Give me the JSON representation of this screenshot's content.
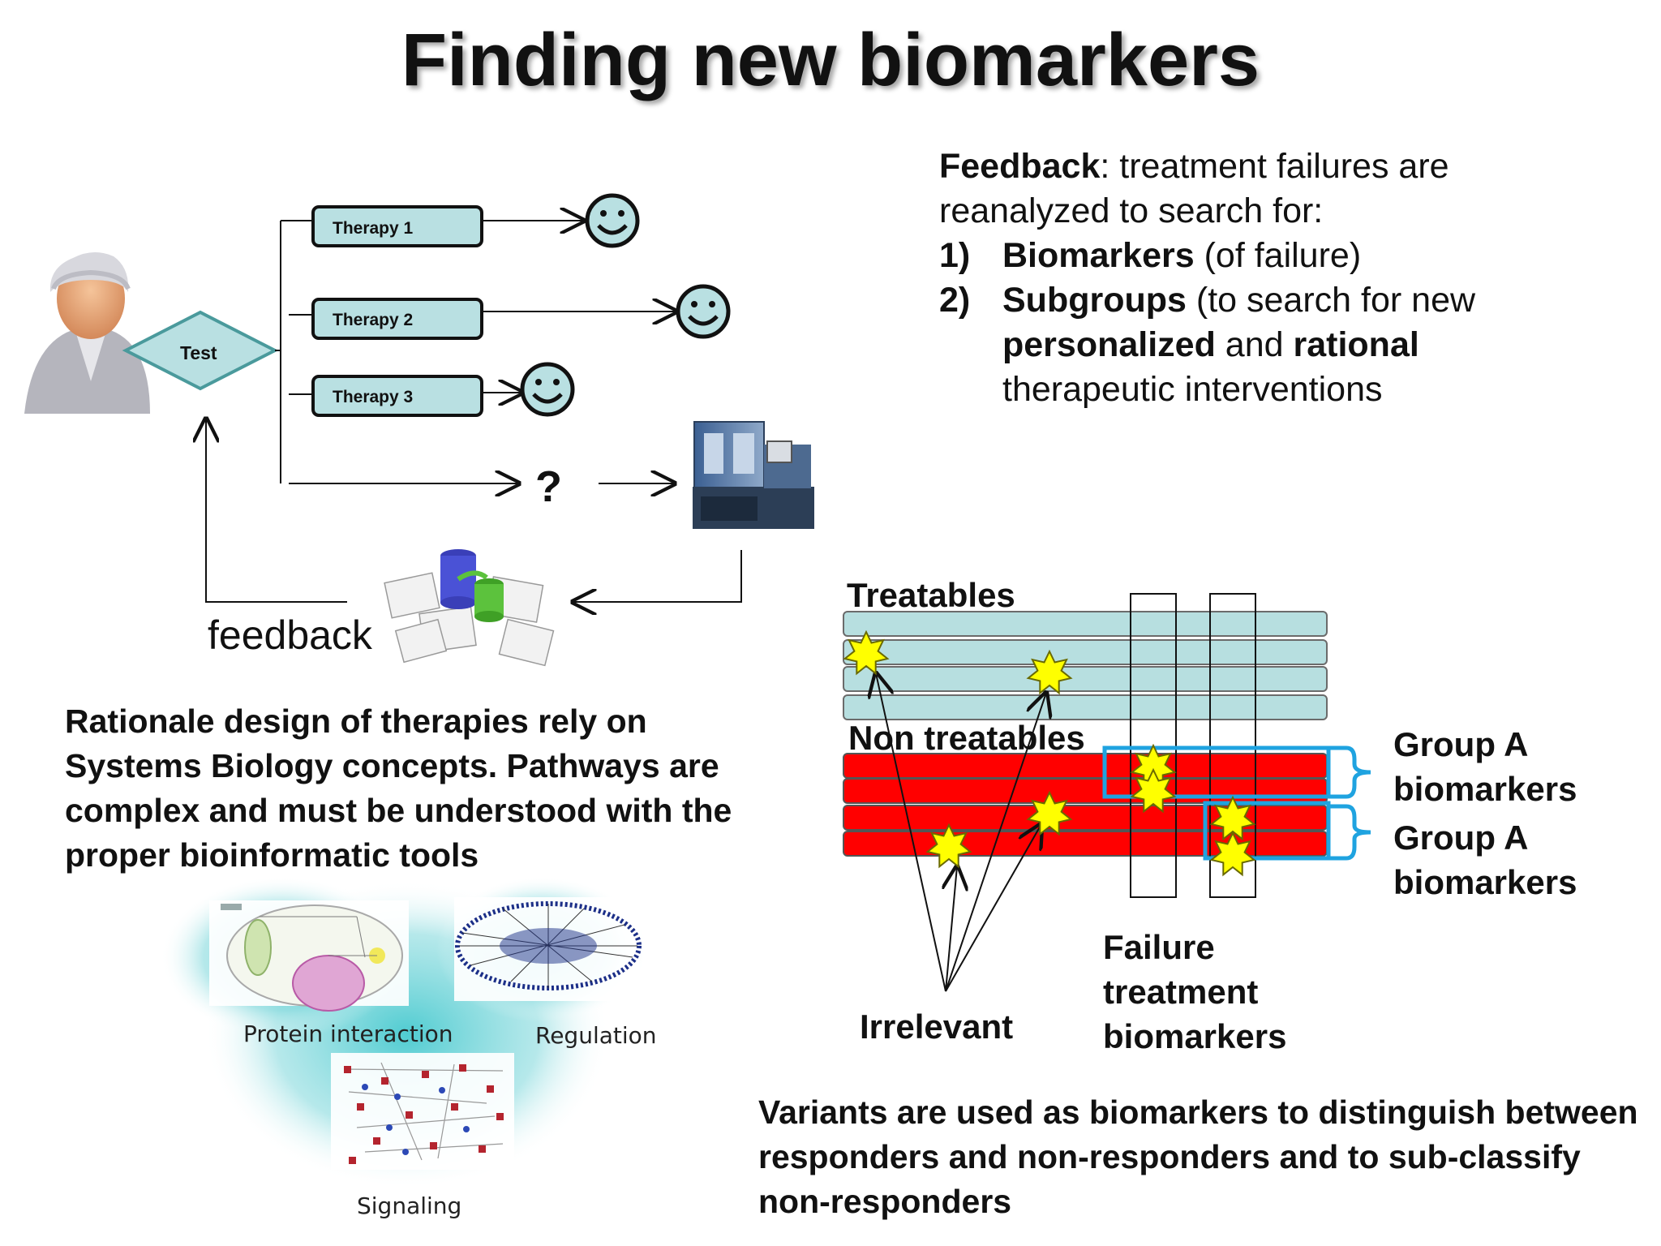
{
  "title": "Finding new biomarkers",
  "flow": {
    "test_label": "Test",
    "therapies": [
      "Therapy 1",
      "Therapy 2",
      "Therapy 3"
    ],
    "unknown_label": "?",
    "feedback_label": "feedback"
  },
  "feedback_text": {
    "lead_bold": "Feedback",
    "lead_rest": ": treatment failures are reanalyzed to search for:",
    "item1_num": "1)",
    "item1_bold": "Biomarkers",
    "item1_rest": " (of failure)",
    "item2_num": "2)",
    "item2_bold": "Subgroups",
    "item2_rest": " (to search for new",
    "item2_bold2": "personalized",
    "item2_mid": " and ",
    "item2_bold3": "rational",
    "item2_tail": "therapeutic interventions"
  },
  "rationale": "Rationale design of therapies rely on Systems Biology concepts. Pathways are complex and must be understood with the proper bioinformatic tools",
  "networks": {
    "protein": "Protein interaction",
    "regulation": "Regulation",
    "signaling": "Signaling"
  },
  "biomarker_chart": {
    "treatables": "Treatables",
    "non_treatables": "Non treatables",
    "group1": "Group A biomarkers",
    "group2": "Group A biomarkers",
    "irrelevant": "Irrelevant",
    "failure": "Failure treatment biomarkers"
  },
  "variants": "Variants are used as biomarkers to distinguish between responders and non-responders and to sub-classify non-responders",
  "colors": {
    "therapy_box": "#b9e0e2",
    "treatable_bar": "#b7dfe0",
    "non_treatable_bar": "#ff0000",
    "star": "#ffff00",
    "group_box": "#1fa3e0"
  }
}
